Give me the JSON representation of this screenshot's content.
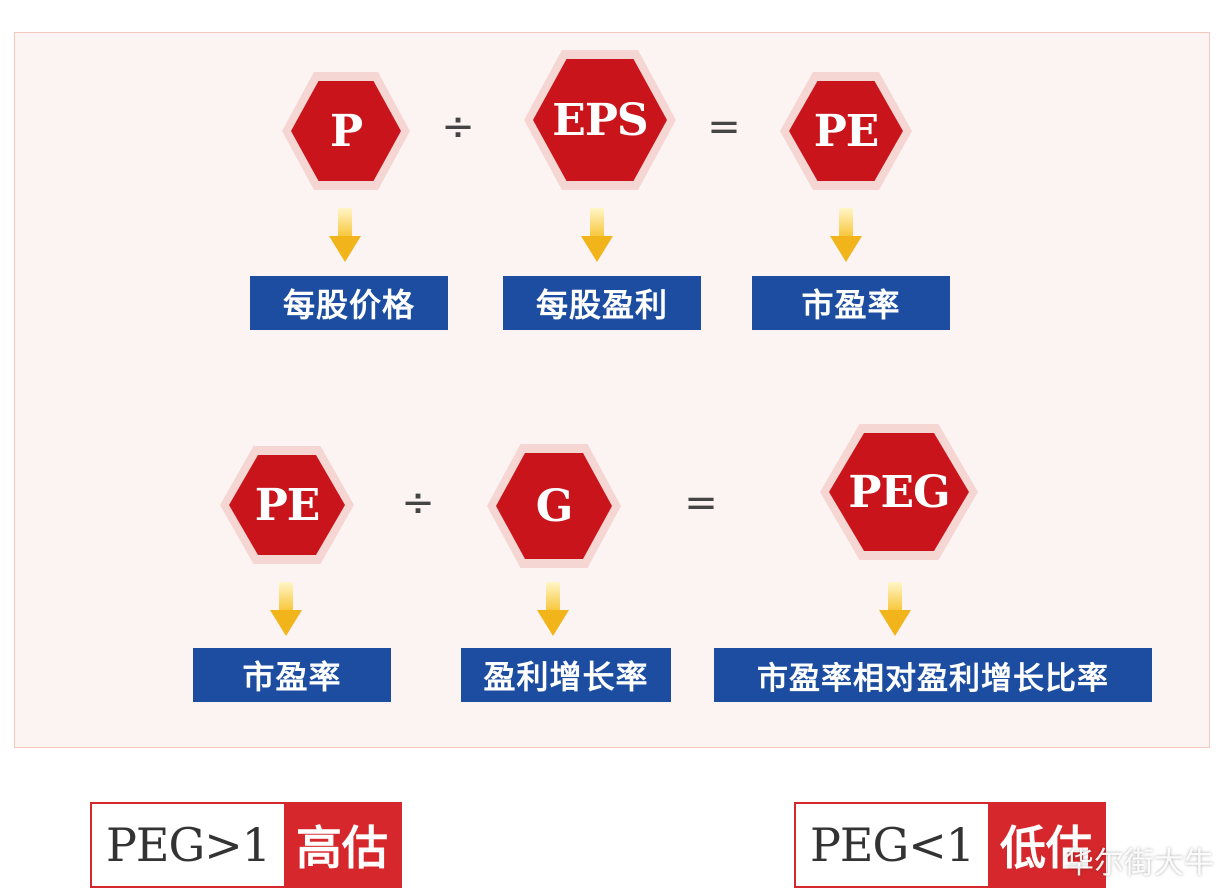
{
  "row1": {
    "hexes": [
      "P",
      "EPS",
      "PE"
    ],
    "operators": [
      "÷",
      "="
    ],
    "tags": [
      "每股价格",
      "每股盈利",
      "市盈率"
    ]
  },
  "row2": {
    "hexes": [
      "PE",
      "G",
      "PEG"
    ],
    "operators": [
      "÷",
      "="
    ],
    "tags": [
      "市盈率",
      "盈利增长率",
      "市盈率相对盈利增长比率"
    ]
  },
  "verdicts": [
    {
      "condition": "PEG>1",
      "result": "高估"
    },
    {
      "condition": "PEG<1",
      "result": "低估"
    }
  ],
  "watermark": "华尔街大牛",
  "colors": {
    "hex_red": "#c8141a",
    "tag_blue": "#1c4da0",
    "arrow_yellow": "#f1b41b",
    "verdict_red": "#d6282c"
  }
}
